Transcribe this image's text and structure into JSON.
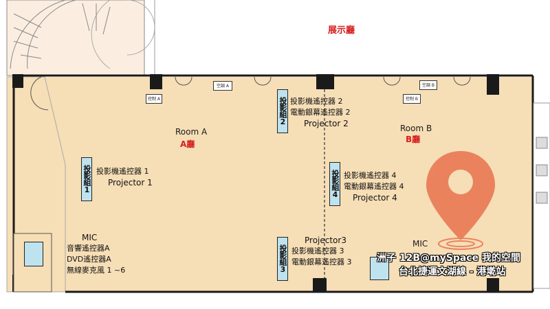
{
  "areas": {
    "exhibition_hall": "展示廳",
    "room_a_en": "Room A",
    "room_a_zh": "A廳",
    "room_b_en": "Room B",
    "room_b_zh": "B廳"
  },
  "projector_groups": [
    {
      "label": "投影組1"
    },
    {
      "label": "投影組2"
    },
    {
      "label": "投影組3"
    },
    {
      "label": "投影組4"
    }
  ],
  "controls": {
    "p1_line1": "投影機遙控器 1",
    "p1_en": "Projector 1",
    "p2_line1": "投影機遙控器 2",
    "p2_line2": "電動銀幕遙控器 2",
    "p2_en": "Projector 2",
    "p3_en": "Projector3",
    "p3_line1": "投影機遙控器 3",
    "p3_line2": "電動銀幕遙控器 3",
    "p4_line1": "投影機遙控器 4",
    "p4_line2": "電動銀幕遙控器 4",
    "p4_en": "Projector 4",
    "mic_a": "MIC",
    "mic_a_l1": "音響遙控器A",
    "mic_a_l2": "DVD遙控器A",
    "mic_a_l3": "無線麥克風 1 ~6",
    "mic_b": "MIC"
  },
  "small_boxes": {
    "a": "控制 A",
    "b": "控制 B",
    "c": "空調 A",
    "d": "空調 B"
  },
  "watermark": {
    "line1": "洲子 12B@mySpace 我的空間",
    "line2": "台北捷運文湖線 - 港墘站"
  },
  "colors": {
    "floor": "#f6deb6",
    "wall": "#1a1a1a",
    "pin": "#e8734f"
  }
}
